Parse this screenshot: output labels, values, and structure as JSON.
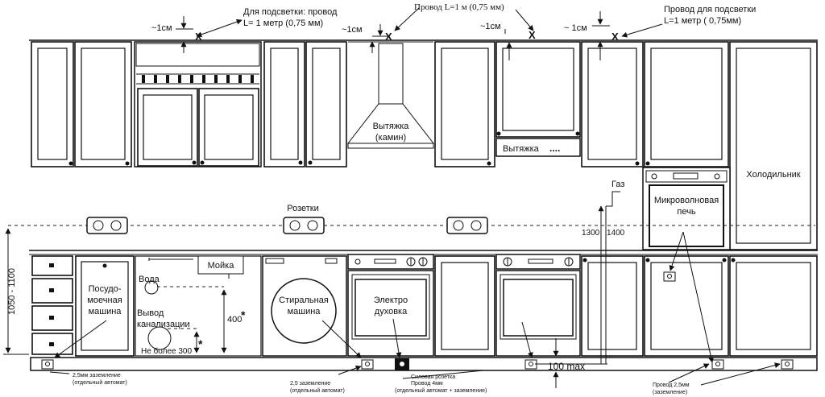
{
  "labels": {
    "light_wire_left": [
      "Для подсветки: провод",
      "L= 1 метр (0,75 мм)"
    ],
    "hood_wire": "Провод L=1 м (0,75 мм)",
    "light_wire_right": [
      "Провод для подсветки",
      "L=1 метр ( 0,75мм)"
    ],
    "approx_1cm": "~1см",
    "approx_1cm_2": "~ 1см",
    "approx_1cm_3": "~1см",
    "approx_1cm_4": "~ 1см",
    "x_mark": "X",
    "hood": [
      "Вытяжка",
      "(камин)"
    ],
    "hood2": "Вытяжка",
    "hood2_dots": "....",
    "fridge": "Холодильник",
    "microwave": [
      "Микроволновая",
      "печь"
    ],
    "gas": "Газ",
    "height_1300": "1300",
    "height_1400": "1400",
    "sockets": "Розетки",
    "height_range": "1050 - 1100",
    "sink": "Мойка",
    "water": "Вода",
    "drain": [
      "Вывод",
      "канализации"
    ],
    "max_300": "Не более 300",
    "dim_400": "400",
    "asterisk": "*",
    "dishwasher": [
      "Посудо-",
      "моечная",
      "машина"
    ],
    "washer": [
      "Стиральная",
      "машина"
    ],
    "oven": [
      "Электро",
      "духовка"
    ],
    "max_100": "100 max",
    "note_25_ground": [
      "2,5мм заземление",
      "(отдельный автомат)"
    ],
    "note_25_ground2": [
      "2,5 заземление",
      "(отдельный автомат)"
    ],
    "note_power": [
      "Силовая розетка",
      "Провод 4мм",
      "(отдельный автомат + заземление)"
    ],
    "note_wire_25": [
      "Провод 2,5мм",
      "(заземление)"
    ]
  }
}
